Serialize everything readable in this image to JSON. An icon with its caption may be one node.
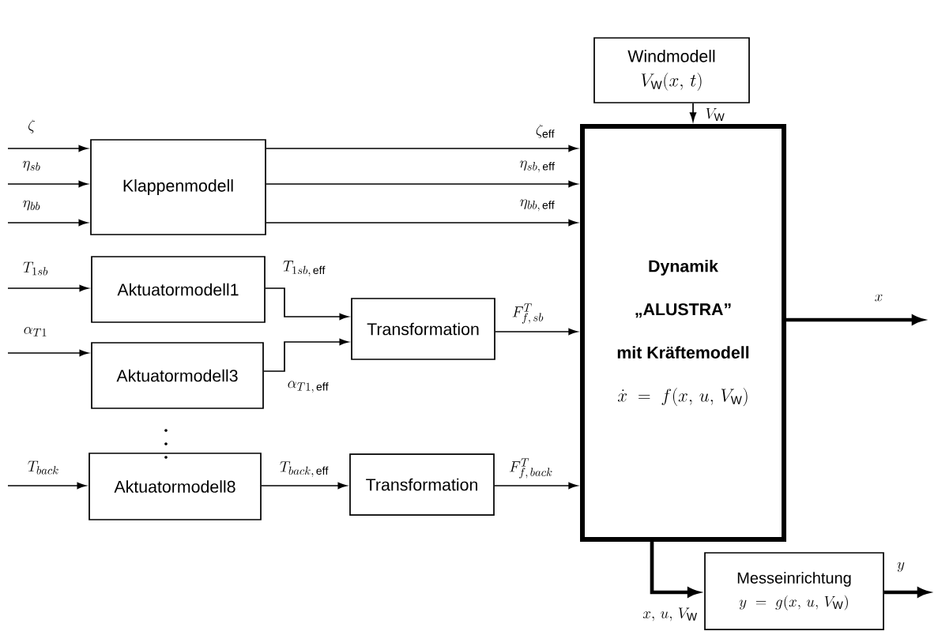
{
  "diagram": {
    "nodes": [
      {
        "text": [
          "Windmodell",
          "V_{\\mathrm{W}}(x,\\,t)"
        ]
      },
      {
        "text": [
          "Klappenmodell"
        ]
      },
      {
        "text": [
          "Aktuatormodell1"
        ]
      },
      {
        "text": [
          "Aktuatormodell3"
        ]
      },
      {
        "text": [
          "Aktuatormodell8"
        ]
      },
      {
        "text": [
          "Transformation"
        ]
      },
      {
        "text": [
          "Transformation"
        ]
      },
      {
        "text": [
          "Dynamik",
          "„ALUSTRA”",
          "mit Kräftemodell",
          "\\dot{x} \\;=\\; f(x,\\,u,\\,V_{\\mathrm{W}})"
        ]
      },
      {
        "text": [
          "Messeinrichtung",
          "y \\;=\\; g(x,\\,u,\\,V_{\\mathrm{W}})"
        ]
      }
    ],
    "edges": [
      {
        "from": 0,
        "to": 7,
        "arrow": "to",
        "label": "V_{\\mathrm{W}}"
      },
      {
        "from": null,
        "to": 1,
        "arrow": "to",
        "label": "\\zeta"
      },
      {
        "from": null,
        "to": 1,
        "arrow": "to",
        "label": "\\eta_{sb}"
      },
      {
        "from": null,
        "to": 1,
        "arrow": "to",
        "label": "\\eta_{bb}"
      },
      {
        "from": 1,
        "to": 7,
        "arrow": "to",
        "label": "\\zeta_{\\mathrm{eff}}"
      },
      {
        "from": 1,
        "to": 7,
        "arrow": "to",
        "label": "\\eta_{sb,\\,\\mathrm{eff}}"
      },
      {
        "from": 1,
        "to": 7,
        "arrow": "to",
        "label": "\\eta_{bb,\\,\\mathrm{eff}}"
      },
      {
        "from": null,
        "to": 2,
        "arrow": "to",
        "label": "T_{1sb}"
      },
      {
        "from": 2,
        "to": 5,
        "arrow": "to",
        "label": "T_{1sb,\\,\\mathrm{eff}}"
      },
      {
        "from": null,
        "to": 3,
        "arrow": "to",
        "label": "\\alpha_{T1}"
      },
      {
        "from": 3,
        "to": 5,
        "arrow": "to",
        "label": "\\alpha_{T1,\\,\\mathrm{eff}}"
      },
      {
        "from": 5,
        "to": 7,
        "arrow": "to",
        "label": "F^{T}_{f,\\,sb}"
      },
      {
        "from": null,
        "to": 4,
        "arrow": "to",
        "label": "T_{back}"
      },
      {
        "from": 4,
        "to": 6,
        "arrow": "to",
        "label": "T_{back,\\,\\mathrm{eff}}"
      },
      {
        "from": 6,
        "to": 7,
        "arrow": "to",
        "label": "F^{T}_{f,\\,back}"
      },
      {
        "from": 7,
        "to": null,
        "arrow": "to",
        "label": "x",
        "style": "thick"
      },
      {
        "from": 7,
        "to": 8,
        "arrow": "to",
        "label": "x,\\,u,\\,V_{\\mathrm{W}}",
        "style": "thick"
      },
      {
        "from": 8,
        "to": null,
        "arrow": "to",
        "label": "y",
        "style": "thick"
      }
    ]
  }
}
